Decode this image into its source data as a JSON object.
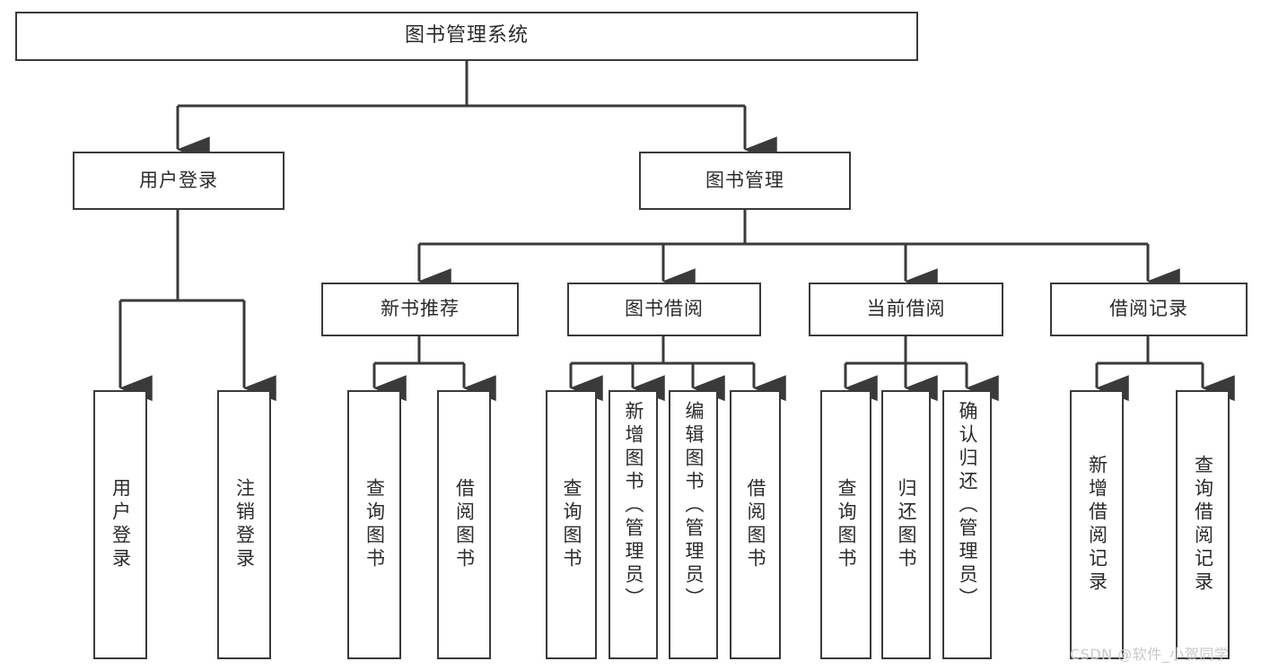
{
  "diagram": {
    "title": "图书管理系统",
    "type": "hierarchy-tree",
    "root": {
      "label": "图书管理系统"
    },
    "level2": [
      {
        "label": "用户登录"
      },
      {
        "label": "图书管理"
      }
    ],
    "level3": [
      {
        "label": "新书推荐"
      },
      {
        "label": "图书借阅"
      },
      {
        "label": "当前借阅"
      },
      {
        "label": "借阅记录"
      }
    ],
    "leaves": {
      "user_login": [
        {
          "label": "用户登录"
        },
        {
          "label": "注销登录"
        }
      ],
      "new_book_recommend": [
        {
          "label": "查询图书"
        },
        {
          "label": "借阅图书"
        }
      ],
      "book_borrow": [
        {
          "label": "查询图书"
        },
        {
          "label": "新增图书（管理员）"
        },
        {
          "label": "编辑图书（管理员）"
        },
        {
          "label": "借阅图书"
        }
      ],
      "current_borrow": [
        {
          "label": "查询图书"
        },
        {
          "label": "归还图书"
        },
        {
          "label": "确认归还（管理员）"
        }
      ],
      "borrow_record": [
        {
          "label": "新增借阅记录"
        },
        {
          "label": "查询借阅记录"
        }
      ]
    }
  },
  "watermark": {
    "text": "CSDN @软件_小贺同学"
  },
  "colors": {
    "stroke": "#3a3a3a",
    "text": "#2b2b2b",
    "background": "#ffffff",
    "watermark": "#c9c9c9"
  }
}
